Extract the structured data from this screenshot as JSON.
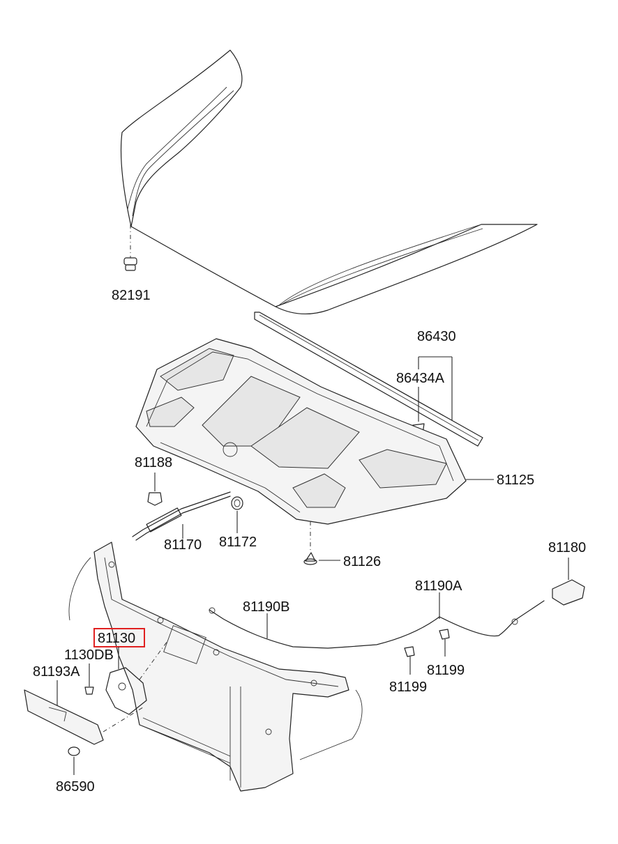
{
  "parts": {
    "p82191": "82191",
    "p86430": "86430",
    "p86434A": "86434A",
    "p81188": "81188",
    "p81125": "81125",
    "p81170": "81170",
    "p81172": "81172",
    "p81126": "81126",
    "p81180": "81180",
    "p81190A": "81190A",
    "p81190B": "81190B",
    "p81130": "81130",
    "p1130DB": "1130DB",
    "p81193A": "81193A",
    "p81199a": "81199",
    "p81199b": "81199",
    "p86590": "86590"
  },
  "highlight": {
    "part": "81130",
    "color": "#e02020"
  }
}
